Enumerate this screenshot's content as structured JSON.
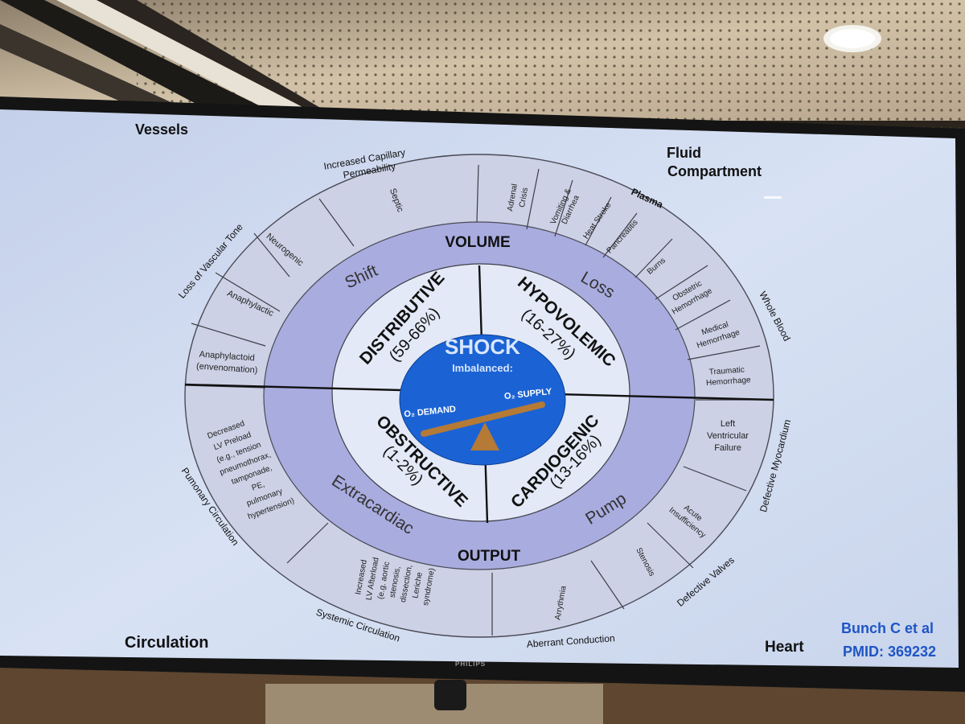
{
  "corners": {
    "vessels": "Vessels",
    "fluid_line1": "Fluid",
    "fluid_line2": "Compartment",
    "circulation": "Circulation",
    "heart": "Heart"
  },
  "citation": {
    "line1": "Bunch C et al",
    "line2": "PMID: 369232"
  },
  "brand": "PHILIPS",
  "center": {
    "title": "SHOCK",
    "subtitle": "Imbalanced:",
    "left_label": "O₂ DEMAND",
    "right_label": "O₂ SUPPLY"
  },
  "quadrants": {
    "distributive": {
      "name": "DISTRIBUTIVE",
      "pct": "(59-66%)",
      "mechanism": "Shift"
    },
    "hypovolemic": {
      "name": "HYPOVOLEMIC",
      "pct": "(16-27%)",
      "mechanism": "Loss"
    },
    "obstructive": {
      "name": "OBSTRUCTIVE",
      "pct": "(1-2%)",
      "mechanism": "Extracardiac"
    },
    "cardiogenic": {
      "name": "CARDIOGENIC",
      "pct": "(13-16%)",
      "mechanism": "Pump"
    }
  },
  "ring_labels": {
    "top": "VOLUME",
    "bottom": "OUTPUT"
  },
  "outer_labels": {
    "increased_capillary_1": "Increased Capillary",
    "increased_capillary_2": "Permeability",
    "loss_vascular_tone": "Loss of Vascular Tone",
    "plasma": "Plasma",
    "whole_blood": "Whole Blood",
    "defective_myocardium": "Defective Myocardium",
    "defective_valves": "Defective Valves",
    "aberrant_conduction": "Aberrant Conduction",
    "systemic_circulation": "Systemic Circulation",
    "pulmonary_circulation": "Pumonary Circulation"
  },
  "segments": {
    "septic": "Septic",
    "neurogenic": "Neurogenic",
    "anaphylactic": "Anaphylactic",
    "anaphylactoid_1": "Anaphylactoid",
    "anaphylactoid_2": "(envenomation)",
    "adrenal_1": "Adrenal",
    "adrenal_2": "Crisis",
    "vomiting_1": "Vomiting &",
    "vomiting_2": "Diarrhea",
    "heat_stroke": "Heat Stroke",
    "pancreatitis": "Pancreatitis",
    "burns": "Burns",
    "obstetric_1": "Obstetric",
    "obstetric_2": "Hemorrhage",
    "medical_1": "Medical",
    "medical_2": "Hemorrhage",
    "traumatic_1": "Traumatic",
    "traumatic_2": "Hemorrhage",
    "lv_failure_1": "Left",
    "lv_failure_2": "Ventricular",
    "lv_failure_3": "Failure",
    "acute_insuff_1": "Acute",
    "acute_insuff_2": "Insufficiency",
    "stenosis": "Stenosis",
    "arrythmia": "Arrythmia",
    "afterload_1": "Increased",
    "afterload_2": "LV Afterload",
    "afterload_3": "(e.g. aortic",
    "afterload_4": "stenosis,",
    "afterload_5": "dissection,",
    "afterload_6": "Leriche",
    "afterload_7": "syndrome)",
    "preload_1": "Decreased",
    "preload_2": "LV Preload",
    "preload_3": "(e.g., tension",
    "preload_4": "pneumothorax,",
    "preload_5": "tamponade,",
    "preload_6": "PE,",
    "preload_7": "pulmonary",
    "preload_8": "hypertension)"
  },
  "colors": {
    "screen": "#cdd9ef",
    "outer_ring": "#ccd1e5",
    "middle_ring": "#a9acdf",
    "inner_quads": "#e3e9f6",
    "center_disc": "#1b63d4",
    "seesaw": "#b57a35",
    "citation": "#1f55c4"
  }
}
